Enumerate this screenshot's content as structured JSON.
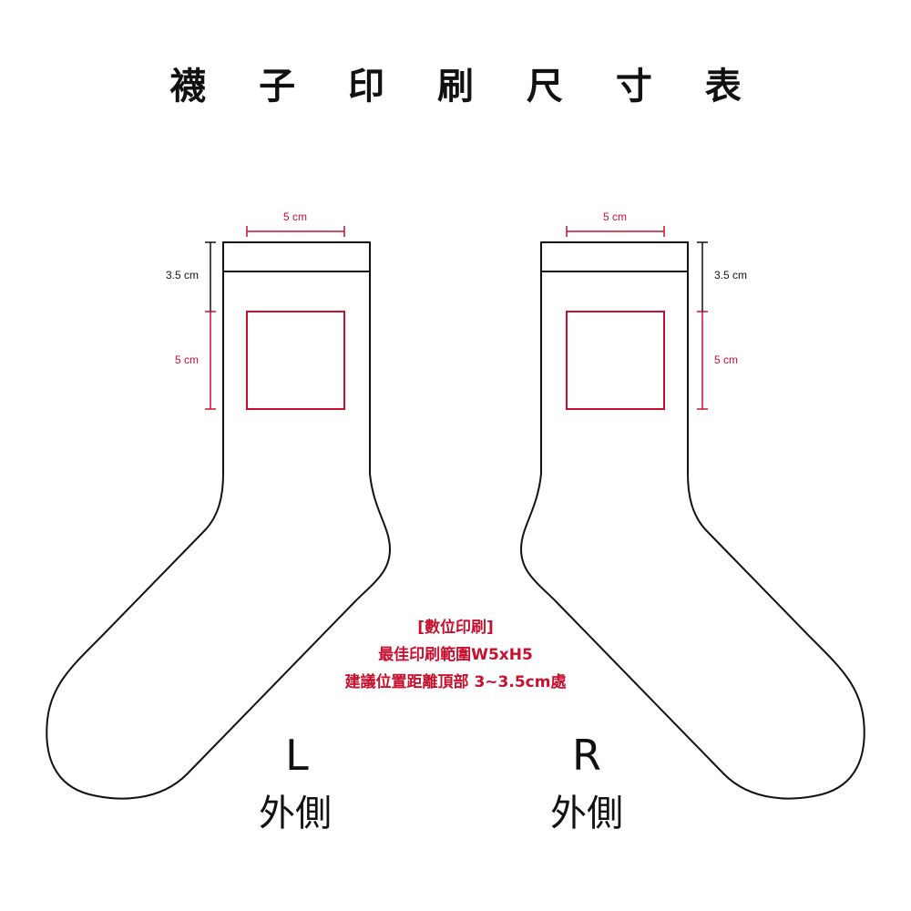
{
  "title": "襪 子 印 刷 尺 寸 表",
  "colors": {
    "outline": "#111111",
    "accent": "#c8102e"
  },
  "left_sock": {
    "letter": "L",
    "side": "外側",
    "width_label": "5 cm",
    "offset_label": "3.5 cm",
    "height_label": "5 cm"
  },
  "right_sock": {
    "letter": "R",
    "side": "外側",
    "width_label": "5 cm",
    "offset_label": "3.5 cm",
    "height_label": "5 cm"
  },
  "note": {
    "line1": "[數位印刷]",
    "line2": "最佳印刷範圍W5xH5",
    "line3": "建議位置距離頂部 3~3.5cm處"
  }
}
